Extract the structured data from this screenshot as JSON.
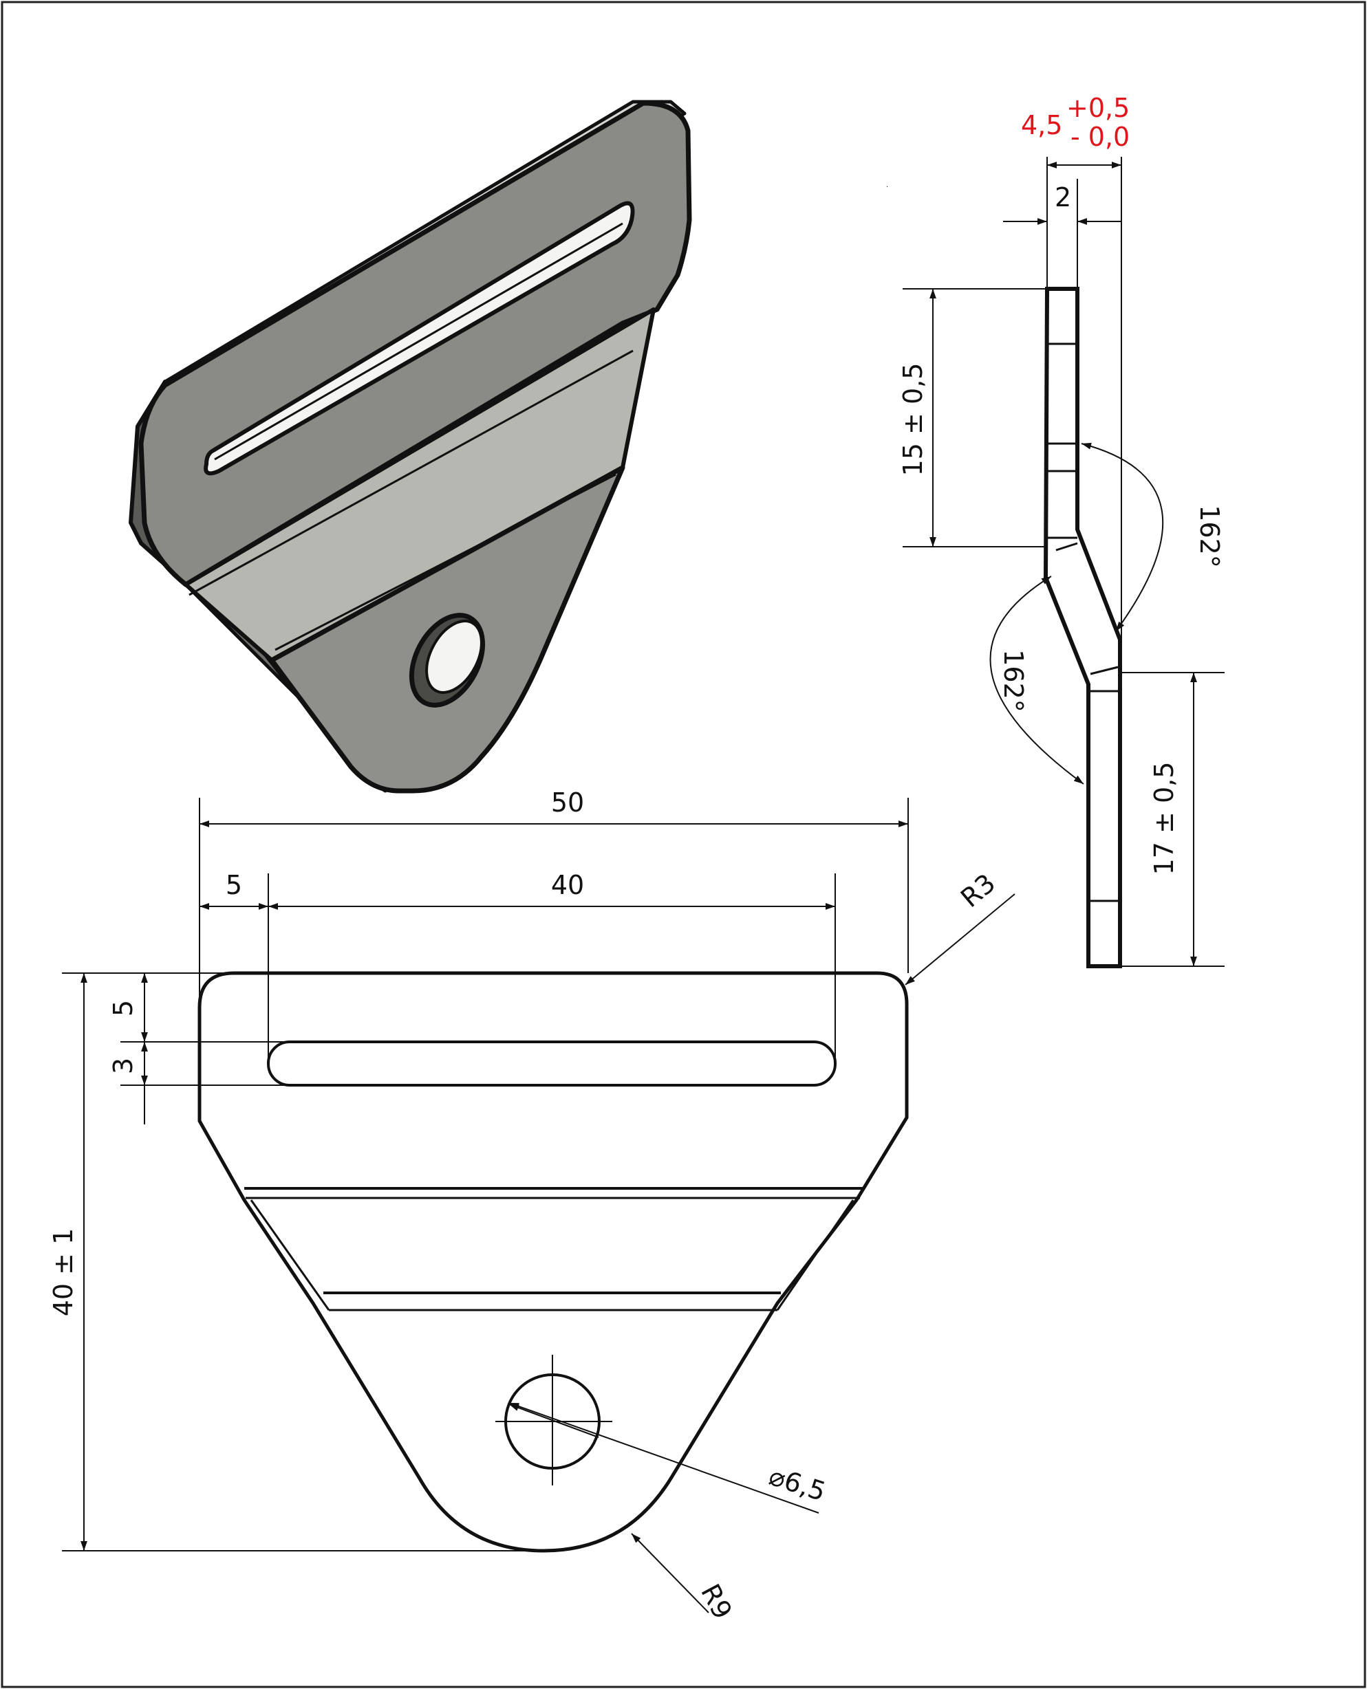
{
  "drawing": {
    "side_view": {
      "thickness_nominal": "4,5",
      "thickness_tol_upper": "+0,5",
      "thickness_tol_lower": "- 0,0",
      "sheet_thickness": "2",
      "upper_flange_length": "15 ± 0,5",
      "lower_flange_length": "17 ± 0,5",
      "bend_angle_upper": "162°",
      "bend_angle_lower": "162°"
    },
    "front_view": {
      "overall_width": "50",
      "slot_offset": "5",
      "slot_length": "40",
      "slot_top_offset": "5",
      "slot_width": "3",
      "overall_height": "40 ± 1",
      "corner_radius": "R3",
      "hole_diameter": "⌀6,5",
      "bottom_radius": "R9"
    },
    "colors": {
      "tolerance_text": "#e0161d",
      "part_face_dark": "#8a8a86",
      "part_face_light": "#b7b7b1",
      "outline": "#111111"
    }
  }
}
